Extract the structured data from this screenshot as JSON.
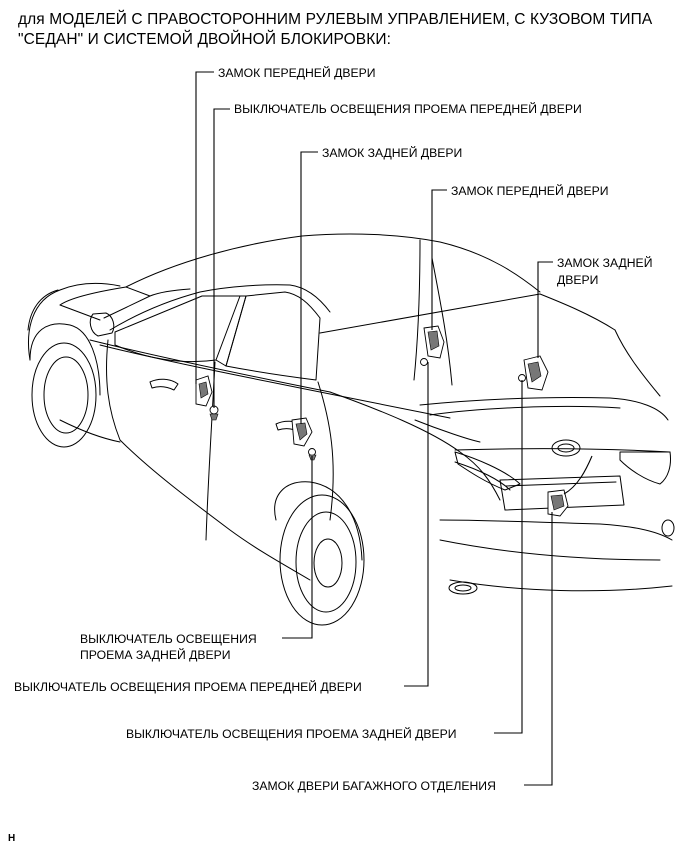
{
  "title": "для МОДЕЛЕЙ С ПРАВОСТОРОННИМ РУЛЕВЫМ УПРАВЛЕНИЕМ, С КУЗОВОМ ТИПА \"СЕДАН\" И СИСТЕМОЙ ДВОЙНОЙ БЛОКИРОВКИ:",
  "labels": {
    "front_door_lock_left": "ЗАМОК ПЕРЕДНЕЙ ДВЕРИ",
    "front_door_courtesy_switch_top": "ВЫКЛЮЧАТЕЛЬ ОСВЕЩЕНИЯ ПРОЕМА ПЕРЕДНЕЙ ДВЕРИ",
    "rear_door_lock_left": "ЗАМОК ЗАДНЕЙ ДВЕРИ",
    "front_door_lock_right": "ЗАМОК ПЕРЕДНЕЙ ДВЕРИ",
    "rear_door_lock_right_line1": "ЗАМОК ЗАДНЕЙ",
    "rear_door_lock_right_line2": "ДВЕРИ",
    "rear_door_courtesy_switch_left_line1": "ВЫКЛЮЧАТЕЛЬ ОСВЕЩЕНИЯ",
    "rear_door_courtesy_switch_left_line2": "ПРОЕМА ЗАДНЕЙ ДВЕРИ",
    "front_door_courtesy_switch_bottom": "ВЫКЛЮЧАТЕЛЬ ОСВЕЩЕНИЯ ПРОЕМА ПЕРЕДНЕЙ ДВЕРИ",
    "rear_door_courtesy_switch_bottom": "ВЫКЛЮЧАТЕЛЬ ОСВЕЩЕНИЯ ПРОЕМА ЗАДНЕЙ ДВЕРИ",
    "luggage_door_lock": "ЗАМОК ДВЕРИ БАГАЖНОГО ОТДЕЛЕНИЯ"
  },
  "figure_code": "H"
}
